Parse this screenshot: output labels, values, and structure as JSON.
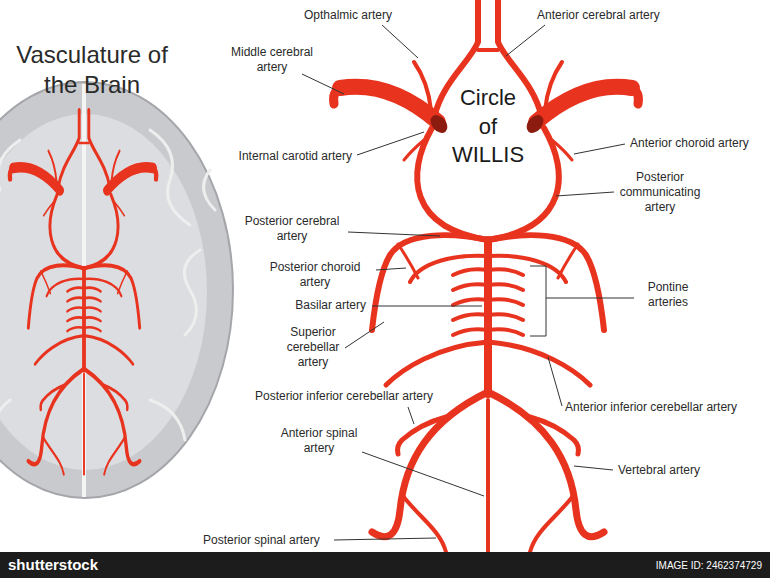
{
  "diagram": {
    "title": "Vasculature of the Brain",
    "labels": [
      "Opthalmic artery",
      "Anterior cerebral artery",
      "Middle cerebral artery",
      "Internal carotid artery",
      "Circle of WILLIS",
      "Anterior choroid artery",
      "Posterior communicating artery",
      "Posterior cerebral artery",
      "Posterior choroid artery",
      "Basilar artery",
      "Superior cerebellar artery",
      "Pontine arteries",
      "Posterior inferior cerebellar artery",
      "Anterior inferior cerebellar artery",
      "Anterior spinal artery",
      "Vertebral artery",
      "Posterior spinal artery",
      "shutterstock",
      "IMAGE ID: 2462374729"
    ]
  }
}
